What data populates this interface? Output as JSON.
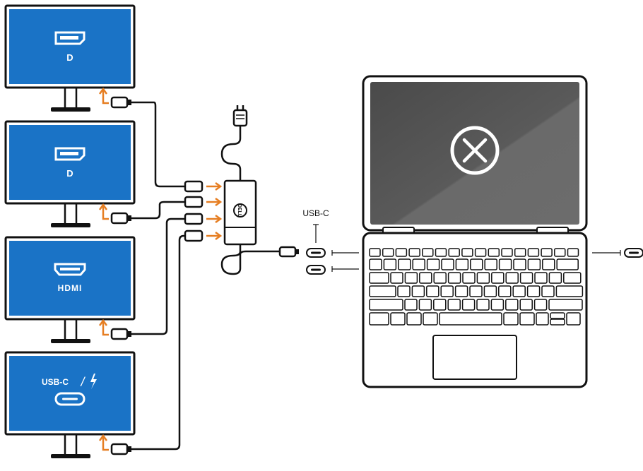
{
  "monitors": [
    {
      "port_label": "D",
      "port_type": "displayport",
      "icon": "displayport-icon"
    },
    {
      "port_label": "D",
      "port_type": "displayport",
      "icon": "displayport-icon"
    },
    {
      "port_label": "HDMI",
      "port_type": "hdmi",
      "icon": "hdmi-icon"
    },
    {
      "port_label": "USB-C",
      "port_type": "usb-c",
      "icon": "usb-c-port-icon",
      "extra_icon": "thunderbolt-icon",
      "separator": "/"
    }
  ],
  "laptop": {
    "screen_icon": "no-signal-x-icon",
    "usb_port_label": "USB-C"
  },
  "adapter": {
    "logo": "dell-logo",
    "power_plug_icon": "power-plug-icon"
  },
  "colors": {
    "screen_blue": "#1a73c6",
    "arrow_orange": "#e67e22",
    "outline": "#111111",
    "laptop_screen": "#555555"
  }
}
